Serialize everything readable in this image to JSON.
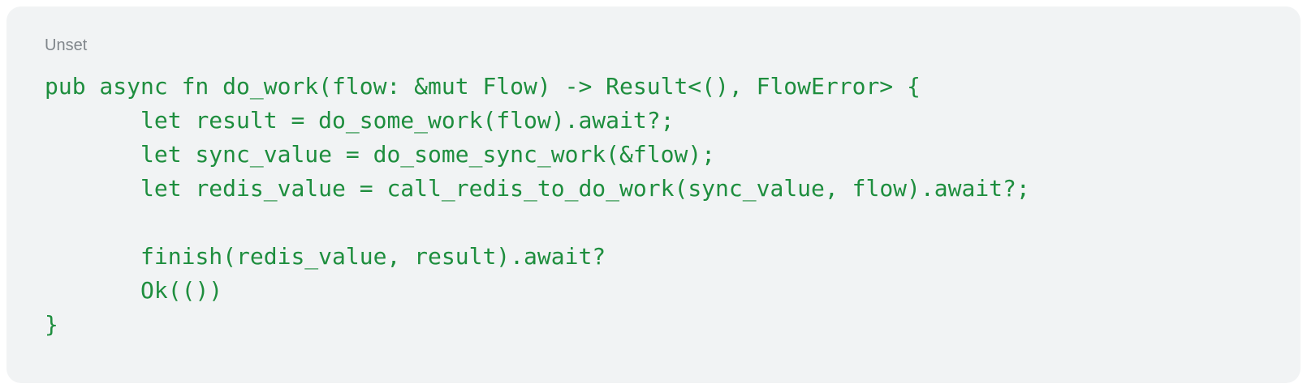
{
  "colors": {
    "page_background": "#ffffff",
    "card_background": "#f1f3f4",
    "code_text": "#1e8e3e",
    "label_text": "#80868b"
  },
  "code_card": {
    "language_label": "Unset",
    "lines": [
      "pub async fn do_work(flow: &mut Flow) -> Result<(), FlowError> {",
      "\tlet result = do_some_work(flow).await?;",
      "\tlet sync_value = do_some_sync_work(&flow);",
      "\tlet redis_value = call_redis_to_do_work(sync_value, flow).await?;",
      "",
      "\tfinish(redis_value, result).await?",
      "\tOk(())",
      "}"
    ]
  }
}
